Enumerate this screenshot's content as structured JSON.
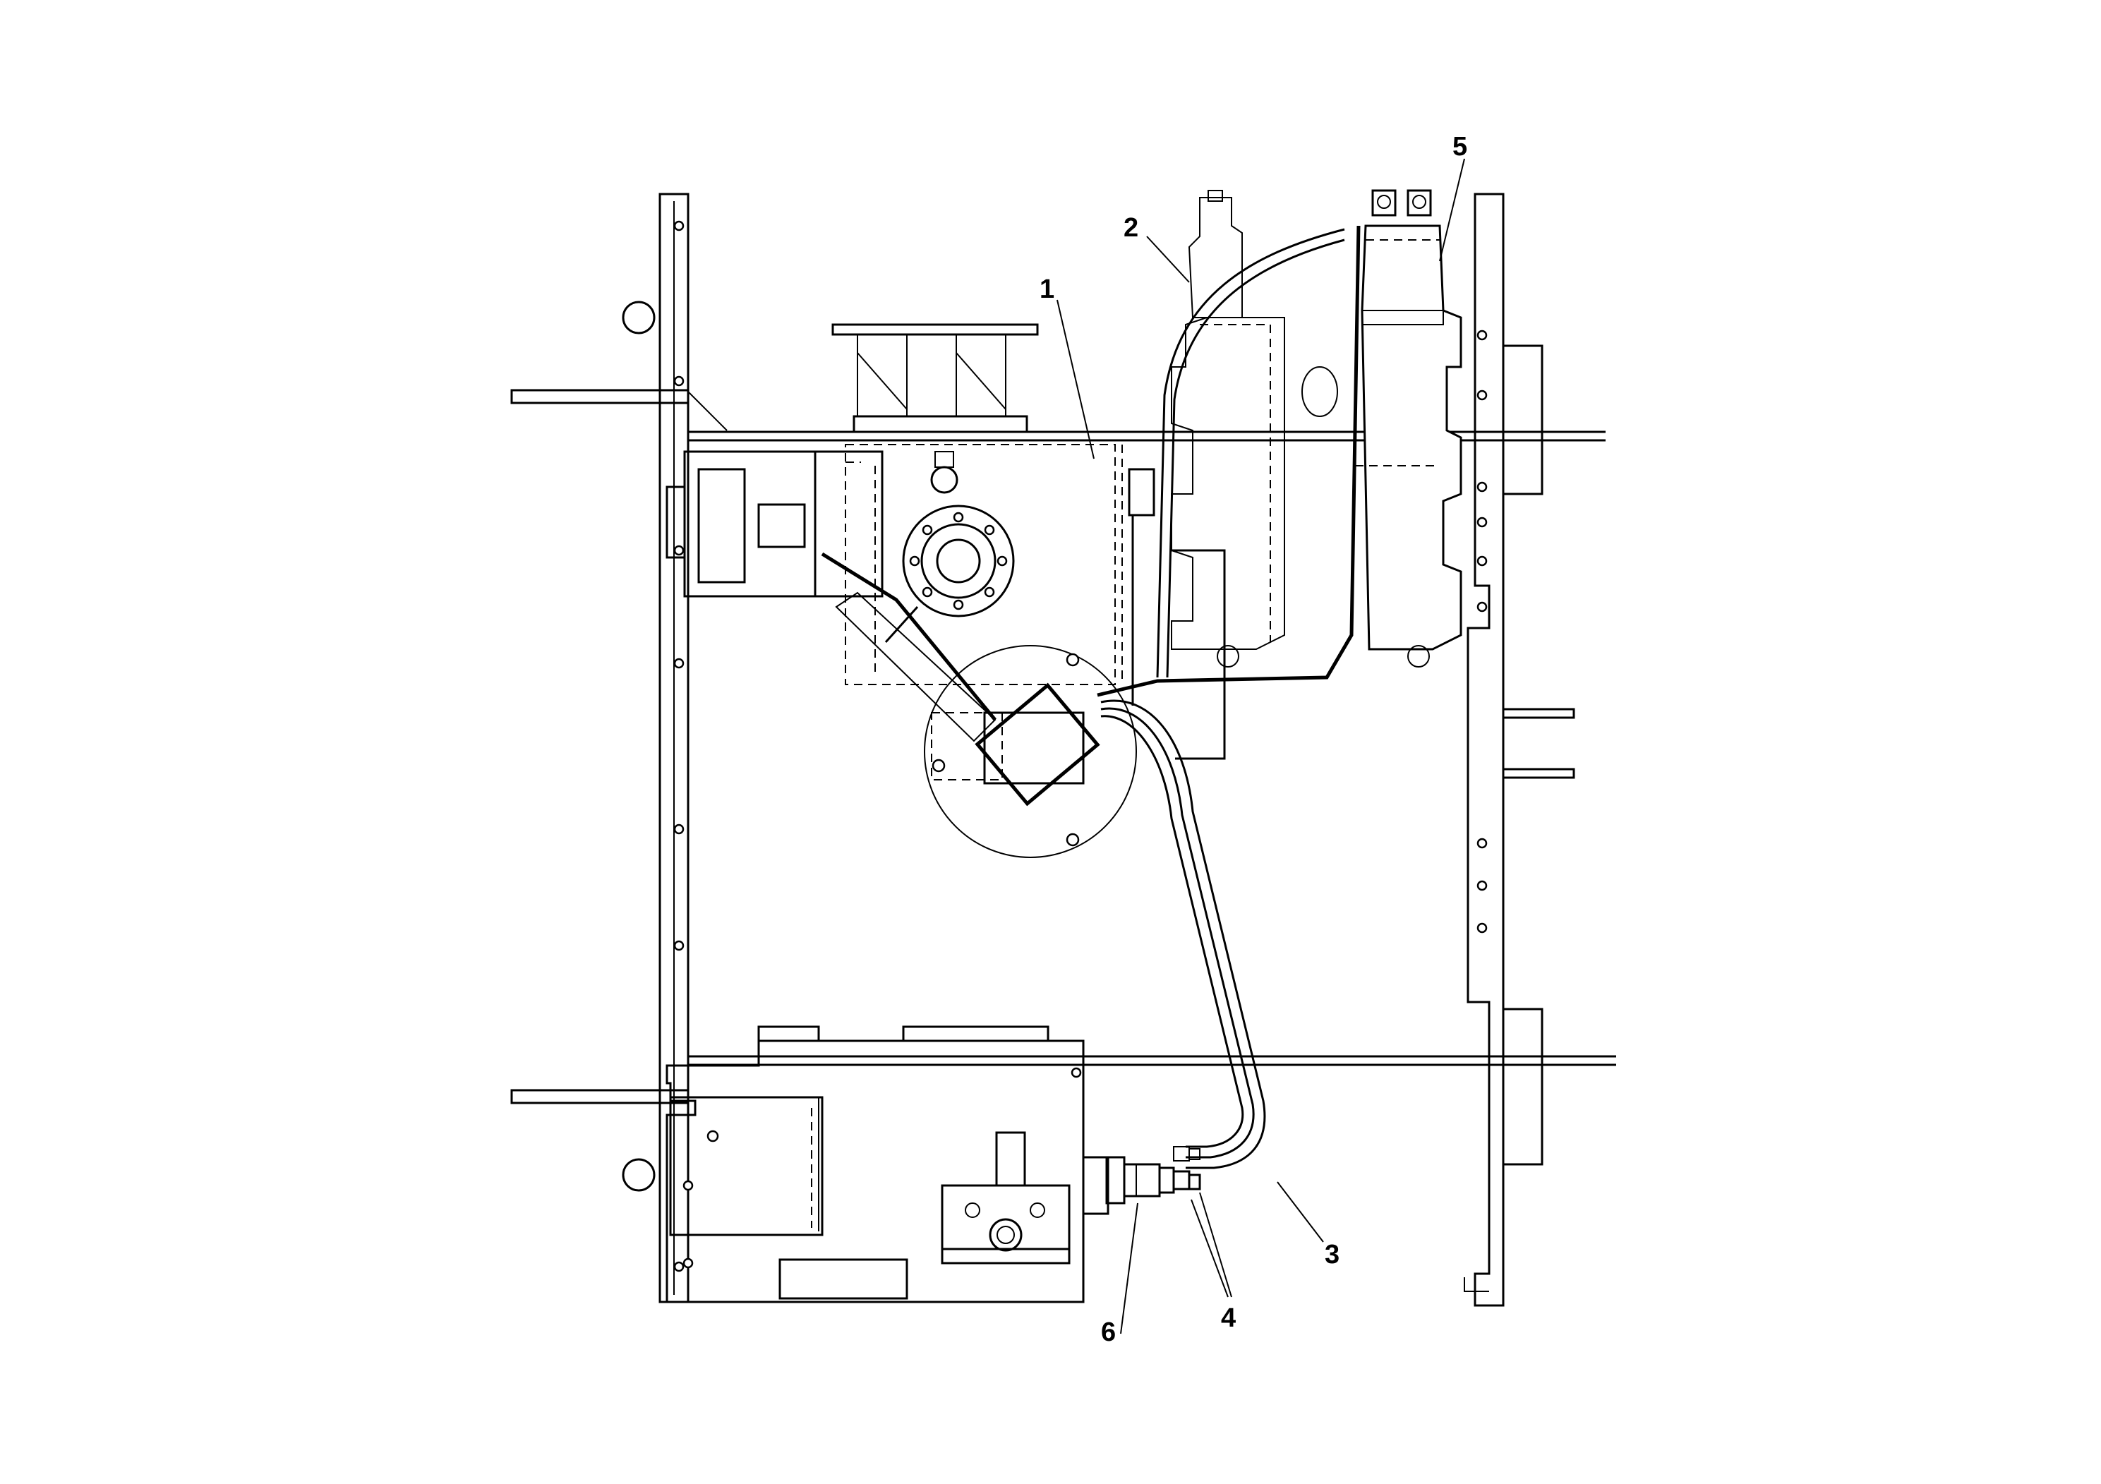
{
  "diagram": {
    "callouts": [
      {
        "id": "1",
        "label": "1"
      },
      {
        "id": "2",
        "label": "2"
      },
      {
        "id": "3",
        "label": "3"
      },
      {
        "id": "4",
        "label": "4"
      },
      {
        "id": "5",
        "label": "5"
      },
      {
        "id": "6",
        "label": "6"
      }
    ]
  }
}
